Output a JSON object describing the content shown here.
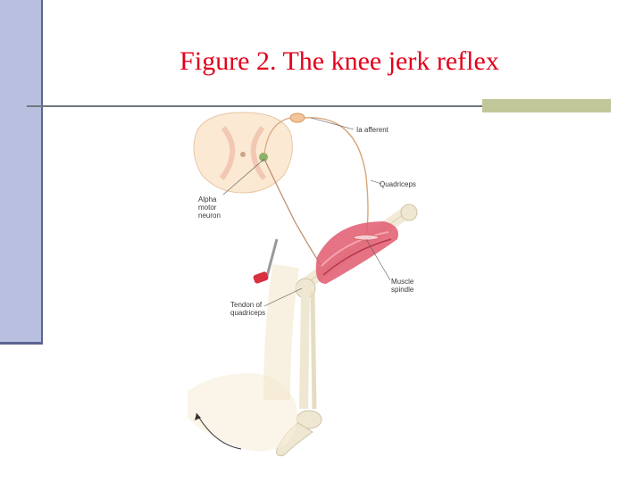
{
  "slide": {
    "title": "Figure 2. The knee jerk reflex"
  },
  "diagram": {
    "labels": {
      "ia_afferent": "Ia afferent",
      "quadriceps": "Quadriceps",
      "alpha_motor_neuron_line1": "Alpha",
      "alpha_motor_neuron_line2": "motor",
      "alpha_motor_neuron_line3": "neuron",
      "muscle_spindle_line1": "Muscle",
      "muscle_spindle_line2": "spindle",
      "tendon_line1": "Tendon of",
      "tendon_line2": "quadriceps"
    }
  },
  "colors": {
    "title": "#e3001b",
    "sidebar": "#b9bfdf",
    "accent_box": "#c2c79a"
  }
}
